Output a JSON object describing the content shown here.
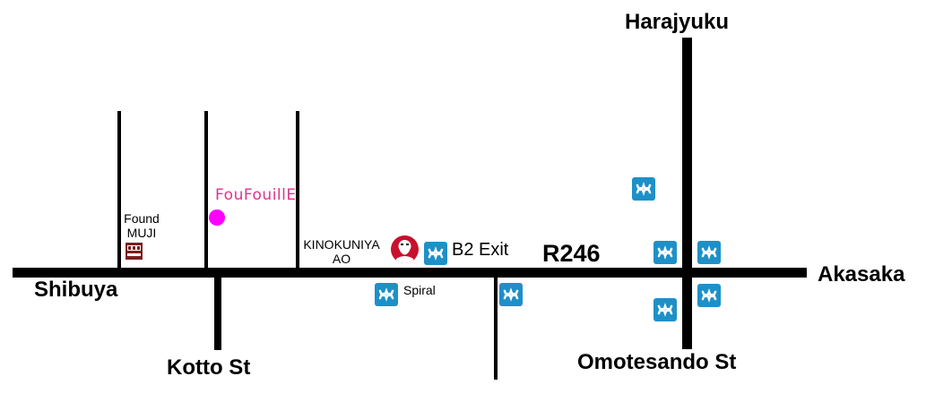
{
  "places": {
    "harajyuku": "Harajyuku",
    "shibuya": "Shibuya",
    "akasaka": "Akasaka",
    "kotto_st": "Kotto St",
    "omotesando_st": "Omotesando St",
    "r246": "R246",
    "foufouille": "FouFouillE",
    "found_muji_line1": "Found",
    "found_muji_line2": "MUJI",
    "kinokuniya_line1": "KINOKUNIYA",
    "kinokuniya_line2": "AO",
    "b2_exit": "B2 Exit",
    "spiral": "Spiral"
  },
  "icons": {
    "metro": "tokyo-metro-icon",
    "muji": "muji-logo-icon",
    "kfc": "kfc-logo-icon",
    "shop_marker": "magenta-dot-marker"
  },
  "colors": {
    "road": "#000000",
    "metro": "#1e90c8",
    "shop_marker": "#ff00ff",
    "foufouille_text": "#e0338a",
    "muji": "#7a1f1f",
    "kfc": "#c8102e"
  }
}
